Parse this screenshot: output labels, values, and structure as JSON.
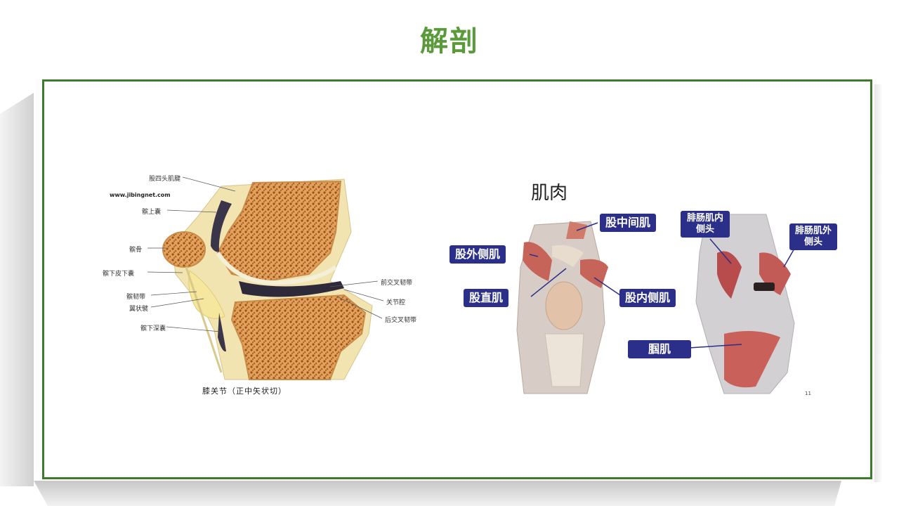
{
  "slide": {
    "title": "解剖",
    "accent_color": "#5a9a3a",
    "frame_color": "#3c7a2c"
  },
  "left_figure": {
    "site": "www.jibingnet.com",
    "caption": "膝关节（正中矢状切）",
    "labels_left": [
      "股四头肌腱",
      "髌上囊",
      "髌骨",
      "髌下皮下囊",
      "髌韧带",
      "翼状襞",
      "髌下深囊"
    ],
    "labels_right": [
      "前交叉韧带",
      "关节腔",
      "后交叉韧带"
    ]
  },
  "right_figure": {
    "title": "肌肉",
    "tags": {
      "vastus_intermedius": "股中间肌",
      "vastus_lateralis": "股外侧肌",
      "rectus_femoris": "股直肌",
      "vastus_medialis": "股内侧肌",
      "gastrocnemius_medial": "腓肠肌内侧头",
      "gastrocnemius_lateral": "腓肠肌外侧头",
      "popliteus": "腘肌"
    },
    "page_number": "11",
    "tag_color": "#2b2f8a"
  }
}
